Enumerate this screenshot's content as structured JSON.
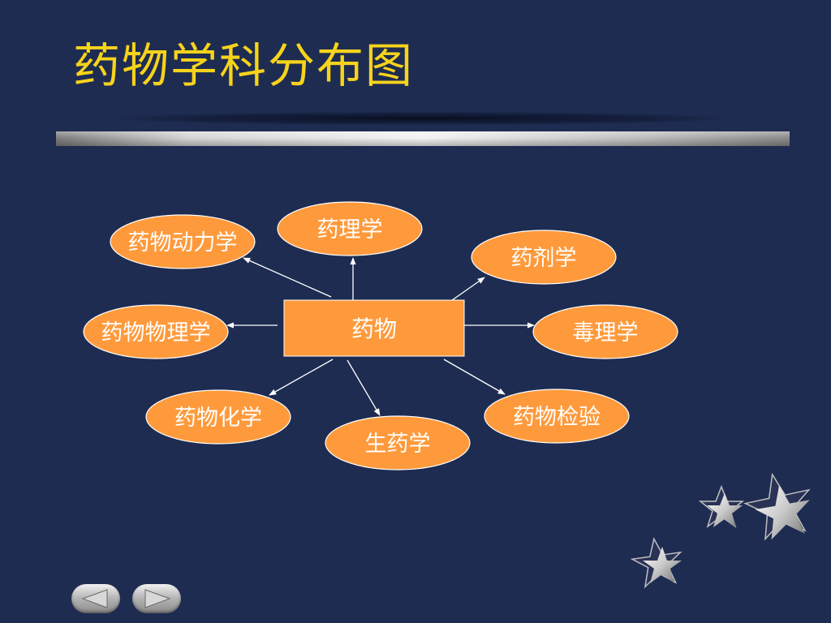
{
  "slide": {
    "title": "药物学科分布图"
  },
  "diagram": {
    "center": "药物",
    "nodes": [
      {
        "id": "pharmacology",
        "label": "药理学"
      },
      {
        "id": "pharmacokinetics",
        "label": "药物动力学"
      },
      {
        "id": "pharmaceutics",
        "label": "药剂学"
      },
      {
        "id": "biophysical-pharmacy",
        "label": "药物物理学"
      },
      {
        "id": "toxicology",
        "label": "毒理学"
      },
      {
        "id": "medicinal-chemistry",
        "label": "药物化学"
      },
      {
        "id": "pharmacognosy",
        "label": "生药学"
      },
      {
        "id": "drug-analysis",
        "label": "药物检验"
      }
    ]
  },
  "colors": {
    "background": "#1e2c52",
    "title": "#f7d31b",
    "node_fill": "#ff9a3c",
    "arrow": "#ffffff"
  },
  "navigation": {
    "prev_icon": "prev-arrow-icon",
    "next_icon": "next-arrow-icon"
  }
}
